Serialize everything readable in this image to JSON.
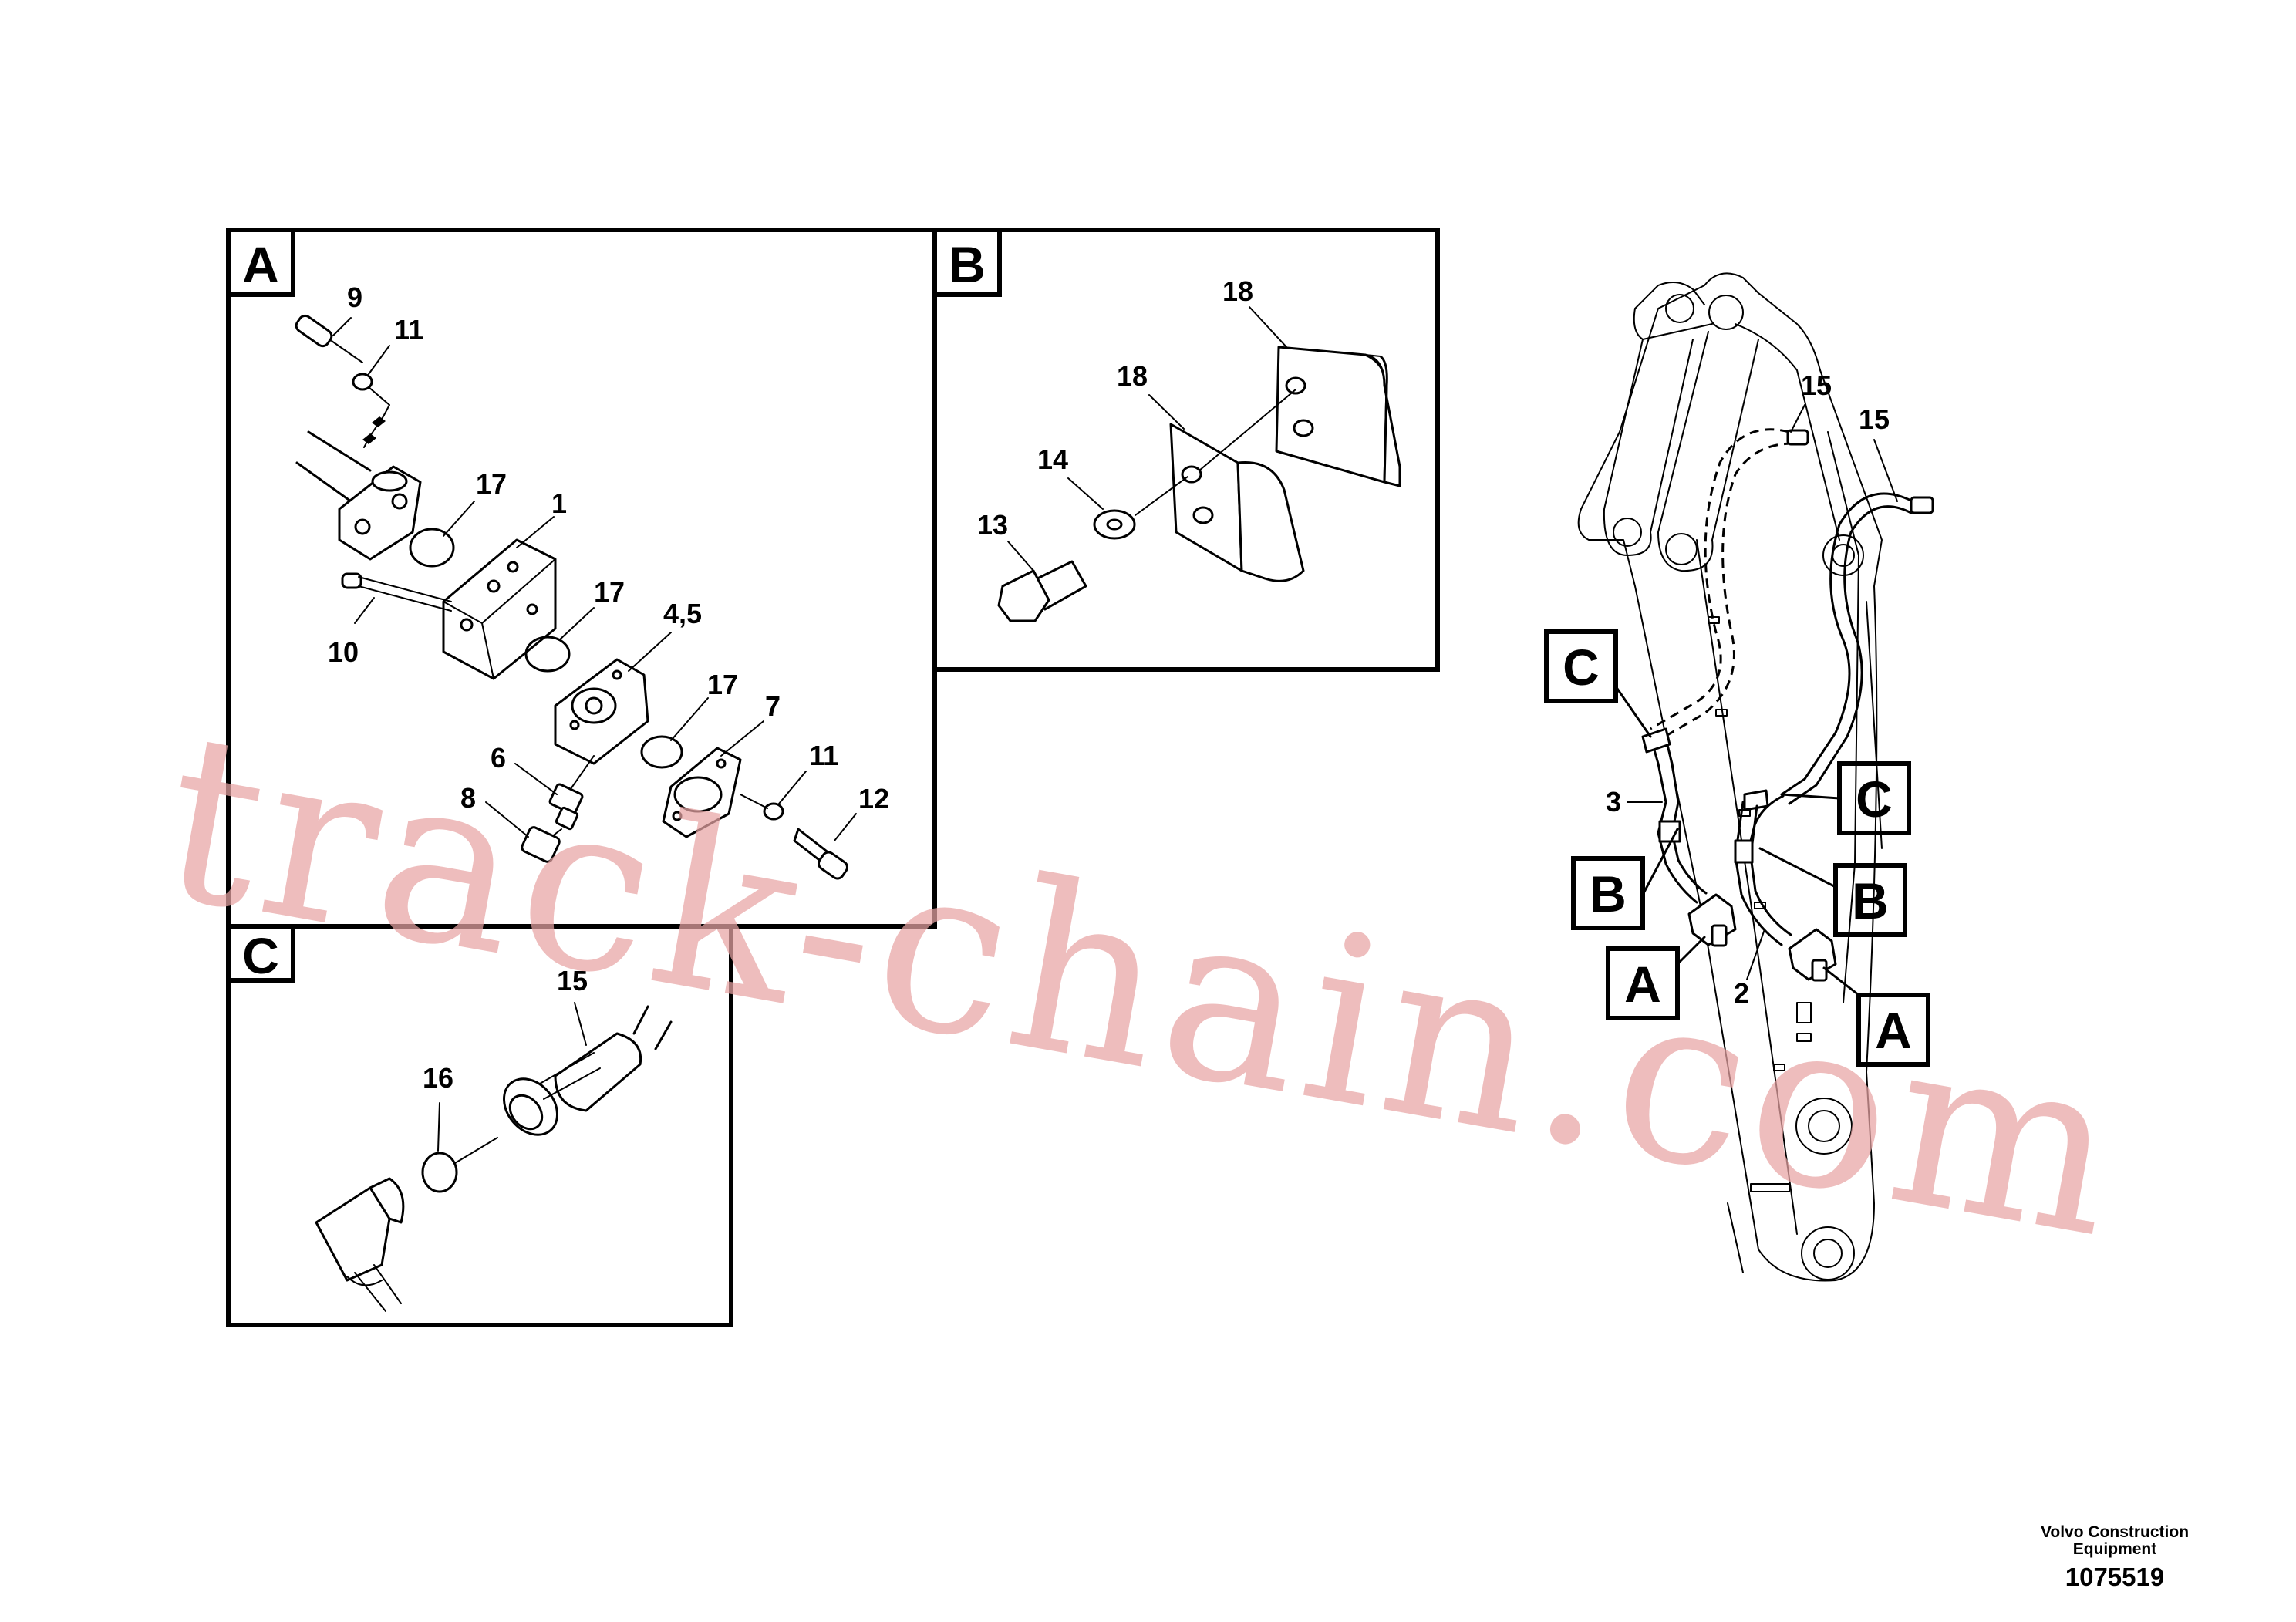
{
  "panels": {
    "A": {
      "letter": "A"
    },
    "B": {
      "letter": "B"
    },
    "C": {
      "letter": "C"
    }
  },
  "labels": {
    "a_9": "9",
    "a_11_top": "11",
    "a_17_top": "17",
    "a_1": "1",
    "a_10": "10",
    "a_17_mid": "17",
    "a_45": "4,5",
    "a_17_low": "17",
    "a_7": "7",
    "a_6": "6",
    "a_8": "8",
    "a_11_low": "11",
    "a_12": "12",
    "b_18_top": "18",
    "b_18_mid": "18",
    "b_14": "14",
    "b_13": "13",
    "c_15": "15",
    "c_16": "16",
    "m_15_left": "15",
    "m_15_right": "15",
    "m_3": "3",
    "m_2": "2"
  },
  "callouts": {
    "c_left": "C",
    "c_right": "C",
    "b_left": "B",
    "b_right": "B",
    "a_left": "A",
    "a_right": "A"
  },
  "watermark": "track-chain.com",
  "footer": {
    "company_line1": "Volvo Construction",
    "company_line2": "Equipment",
    "doc_number": "1075519"
  }
}
